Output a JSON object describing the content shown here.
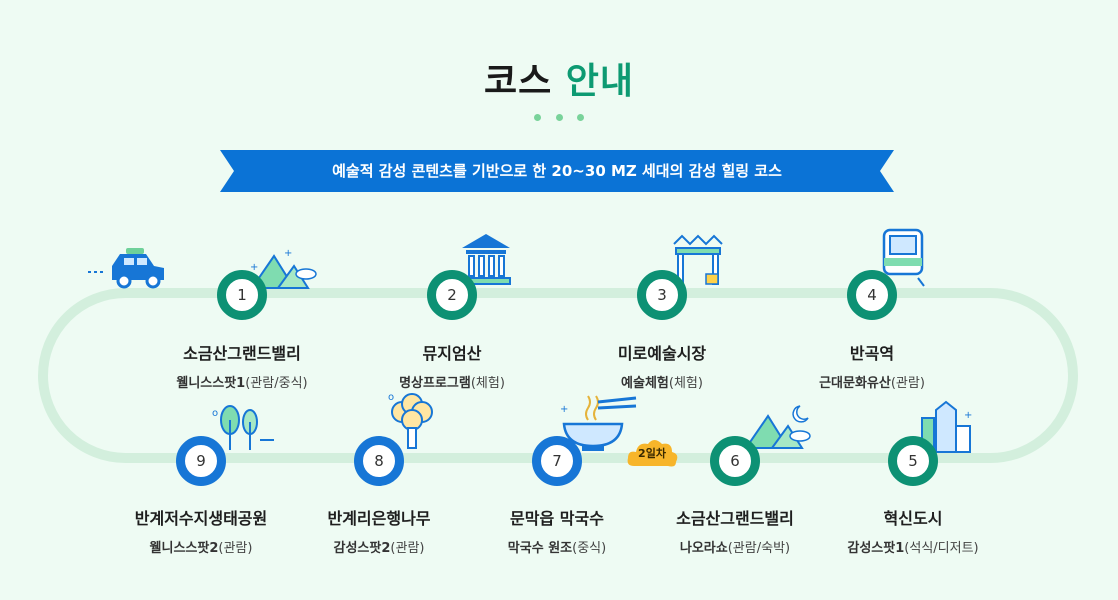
{
  "heading": {
    "part1": "코스",
    "part2": "안내"
  },
  "banner": {
    "text": "예술적 감성 콘텐츠를 기반으로 한 20~30 MZ 세대의 감성 힐링 코스"
  },
  "badge": {
    "text": "2일차"
  },
  "stops": [
    {
      "number": "1",
      "name": "소금산그랜드밸리",
      "sub_bold": "웰니스스팟1",
      "sub_rest": "(관람/중식)"
    },
    {
      "number": "2",
      "name": "뮤지엄산",
      "sub_bold": "명상프로그램",
      "sub_rest": "(체험)"
    },
    {
      "number": "3",
      "name": "미로예술시장",
      "sub_bold": "예술체험",
      "sub_rest": "(체험)"
    },
    {
      "number": "4",
      "name": "반곡역",
      "sub_bold": "근대문화유산",
      "sub_rest": "(관람)"
    },
    {
      "number": "5",
      "name": "혁신도시",
      "sub_bold": "감성스팟1",
      "sub_rest": "(석식/디저트)"
    },
    {
      "number": "6",
      "name": "소금산그랜드밸리",
      "sub_bold": "나오라쇼",
      "sub_rest": "(관람/숙박)"
    },
    {
      "number": "7",
      "name": "문막읍 막국수",
      "sub_bold": "막국수 원조",
      "sub_rest": "(중식)"
    },
    {
      "number": "8",
      "name": "반계리은행나무",
      "sub_bold": "감성스팟2",
      "sub_rest": "(관람)"
    },
    {
      "number": "9",
      "name": "반계저수지생태공원",
      "sub_bold": "웰니스스팟2",
      "sub_rest": "(관람)"
    }
  ],
  "icons": [
    "car-icon",
    "mountain-icon",
    "museum-icon",
    "market-gate-icon",
    "train-icon",
    "city-icon",
    "night-mountain-icon",
    "noodle-bowl-icon",
    "ginkgo-tree-icon",
    "trees-icon"
  ],
  "colors": {
    "green": "#0d9174",
    "blue": "#1776d6",
    "track": "#d3efdd",
    "banner": "#0b73d6",
    "heading_accent": "#0d9a72"
  }
}
